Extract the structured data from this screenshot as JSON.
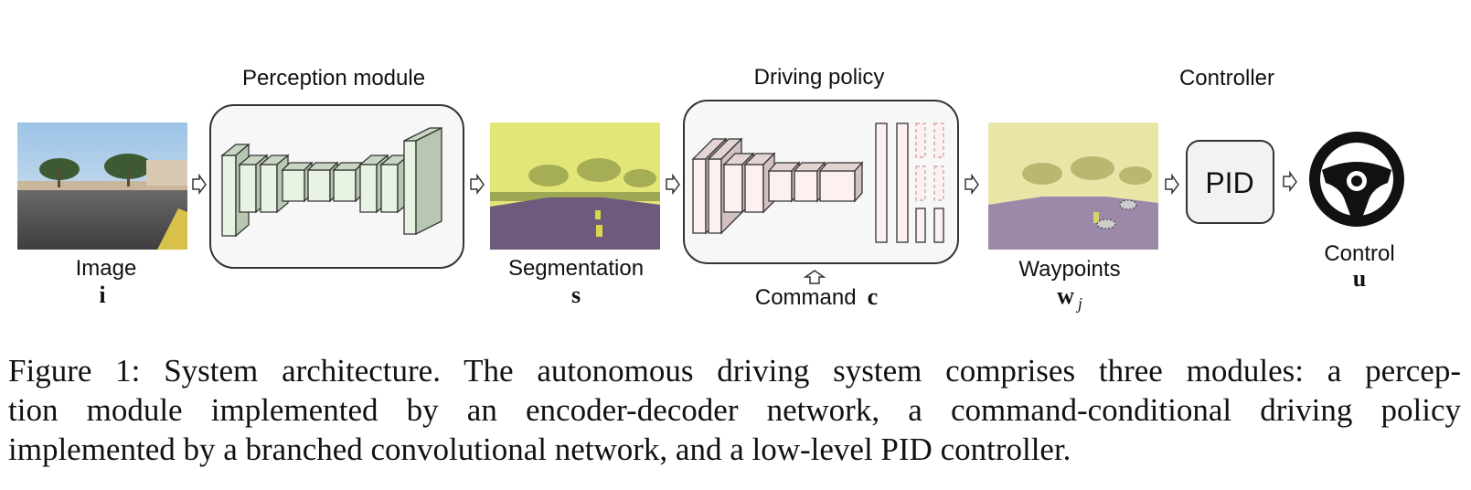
{
  "figure": {
    "modules": {
      "perception": "Perception module",
      "policy": "Driving policy",
      "controller": "Controller"
    },
    "items": {
      "image": {
        "label": "Image",
        "symbol": "i"
      },
      "segmentation": {
        "label": "Segmentation",
        "symbol": "s"
      },
      "command": {
        "label": "Command",
        "symbol": "c"
      },
      "waypoints": {
        "label": "Waypoints",
        "symbol": "w",
        "subscript": "j"
      },
      "control": {
        "label": "Control",
        "symbol": "u"
      }
    },
    "pid_label": "PID"
  },
  "caption": {
    "lines": [
      "Figure 1: System architecture. The autonomous driving system comprises three modules: a percep-",
      "tion module implemented by an encoder-decoder network, a command-conditional driving policy",
      "implemented by a branched convolutional network, and a low-level PID controller."
    ]
  }
}
